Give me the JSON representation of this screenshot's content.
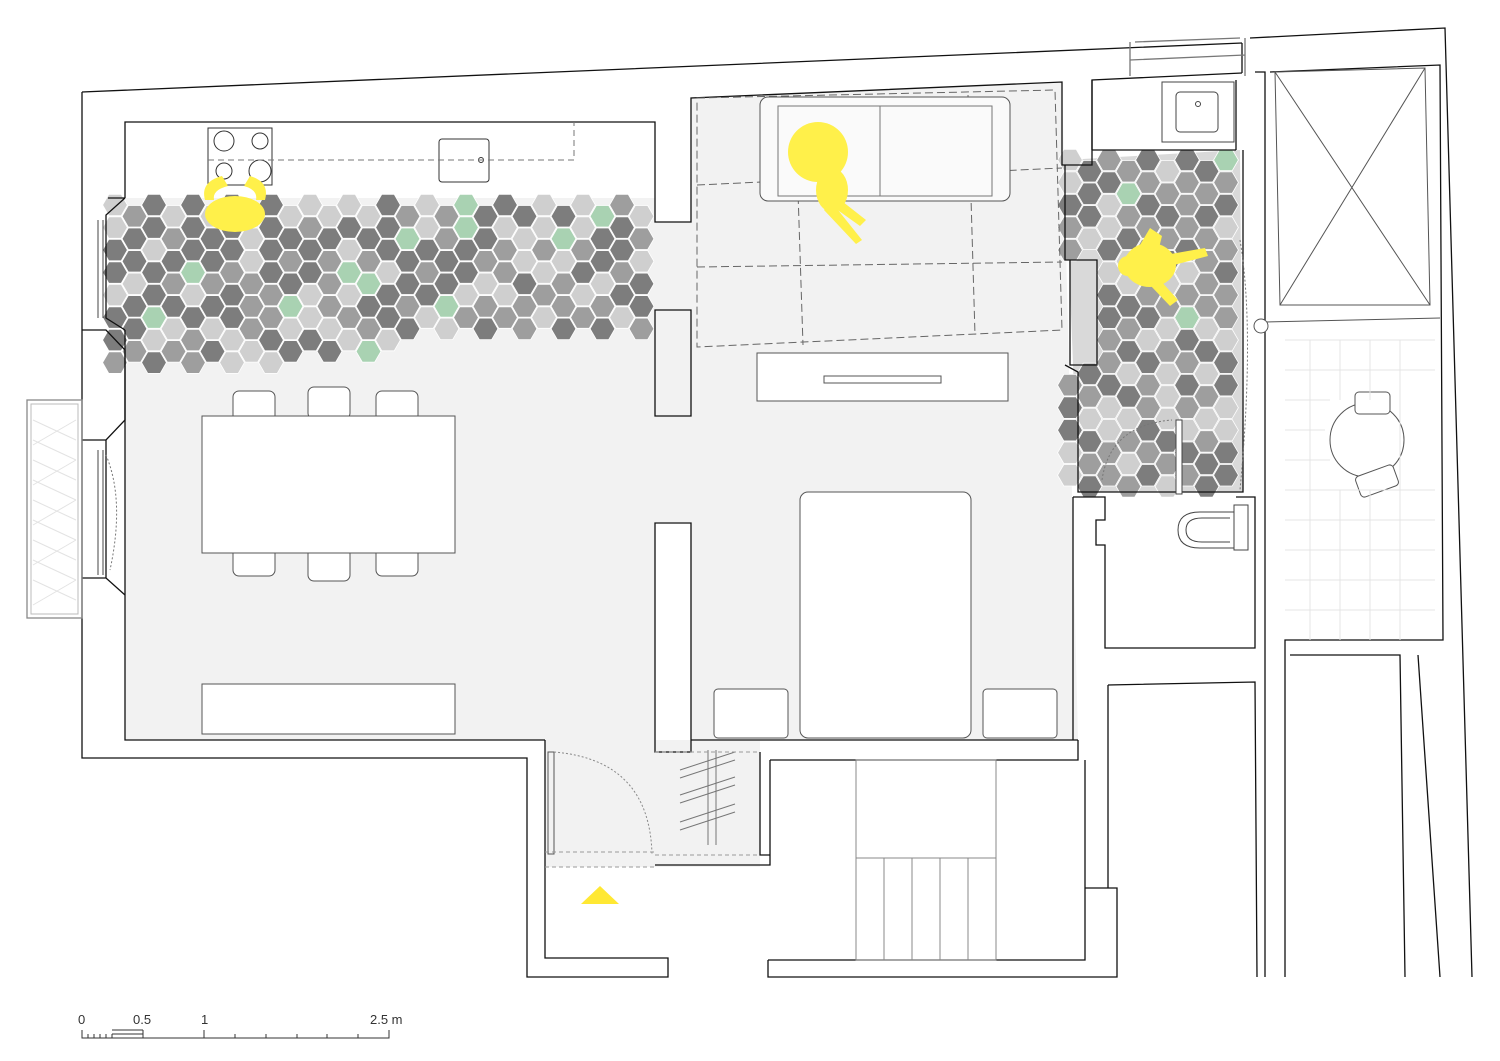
{
  "colors": {
    "wall": "#111111",
    "floor": "#f2f2f2",
    "tile_dark": "#7d7d7d",
    "tile_mid": "#9e9e9e",
    "tile_light": "#cfcfcf",
    "tile_green": "#a9d2b2",
    "person": "#fff04a",
    "entrance_marker": "#ffe833",
    "dashed": "#7a7a7a"
  },
  "scale_bar": {
    "labels": [
      "0",
      "0.5",
      "1",
      "2.5 m"
    ]
  },
  "icons": [
    "person-figure",
    "entrance-arrow",
    "sink",
    "cooktop",
    "toilet",
    "round-table",
    "bed",
    "sofa",
    "dining-table",
    "staircase"
  ]
}
